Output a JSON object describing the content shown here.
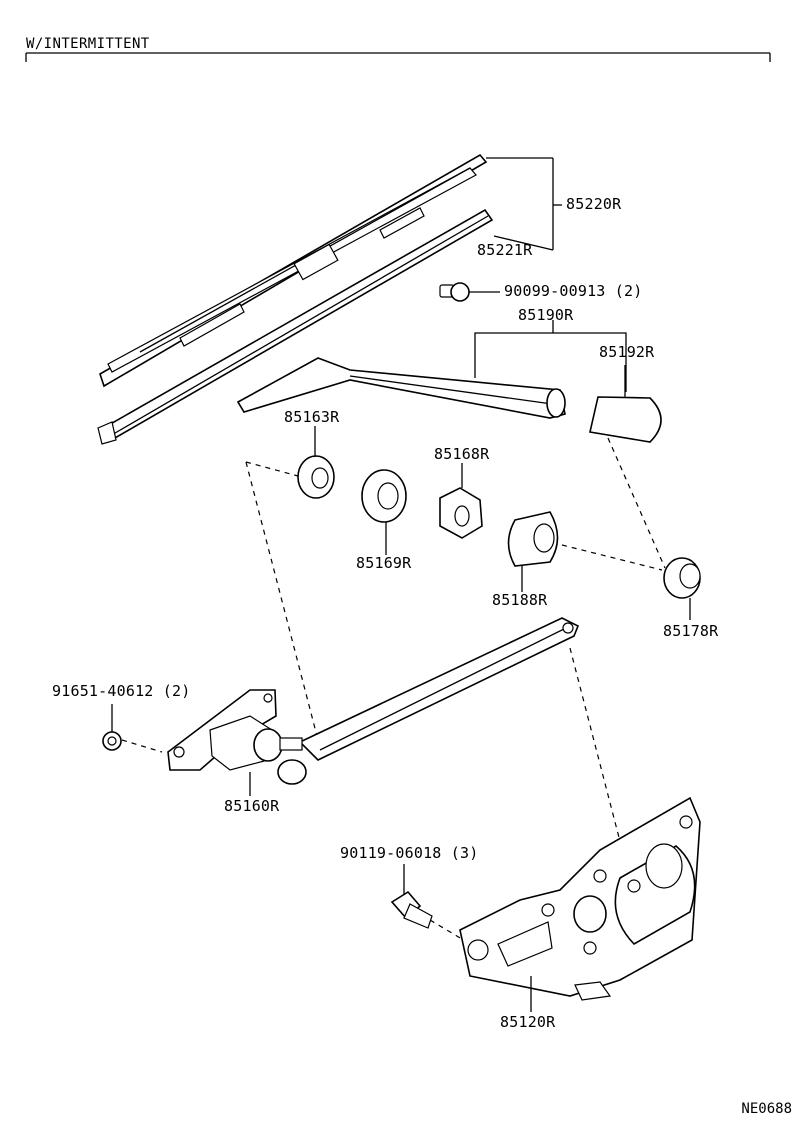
{
  "header": {
    "variant": "W/INTERMITTENT"
  },
  "diagram_code": "NE0688",
  "callouts": {
    "wiper_blade_assy": "85220R",
    "wiper_blade_rubber": "85221R",
    "screw": "90099-00913 (2)",
    "wiper_arm_assy": "85190R",
    "arm_head_cap": "85192R",
    "seal": "85163R",
    "washer": "85169R",
    "nut": "85168R",
    "bushing": "85188R",
    "cap_grommet": "85178R",
    "nut_link": "91651-40612 (2)",
    "link_assy": "85160R",
    "bolt": "90119-06018 (3)",
    "motor_assy": "85120R"
  }
}
